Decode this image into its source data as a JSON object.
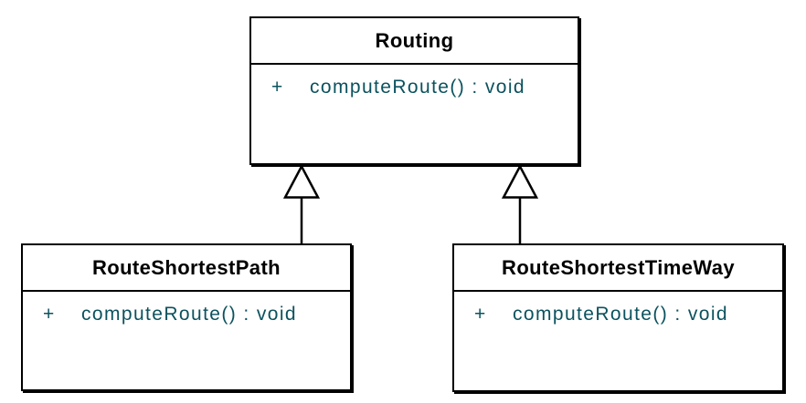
{
  "diagram": {
    "type": "uml-class-diagram",
    "colors": {
      "background": "#ffffff",
      "box_fill": "#ffffff",
      "box_border": "#000000",
      "class_name_text": "#000000",
      "method_text": "#0b525e",
      "connector": "#000000",
      "triangle_fill": "#ffffff"
    },
    "classes": [
      {
        "name": "Routing",
        "methods": [
          {
            "visibility": "+",
            "signature": "computeRoute() : void"
          }
        ]
      },
      {
        "name": "RouteShortestPath",
        "methods": [
          {
            "visibility": "+",
            "signature": "computeRoute() : void"
          }
        ]
      },
      {
        "name": "RouteShortestTimeWay",
        "methods": [
          {
            "visibility": "+",
            "signature": "computeRoute() : void"
          }
        ]
      }
    ],
    "relations": [
      {
        "type": "generalization",
        "from": "RouteShortestPath",
        "to": "Routing",
        "arrow": "hollow-triangle-up"
      },
      {
        "type": "generalization",
        "from": "RouteShortestTimeWay",
        "to": "Routing",
        "arrow": "hollow-triangle-up"
      }
    ]
  }
}
